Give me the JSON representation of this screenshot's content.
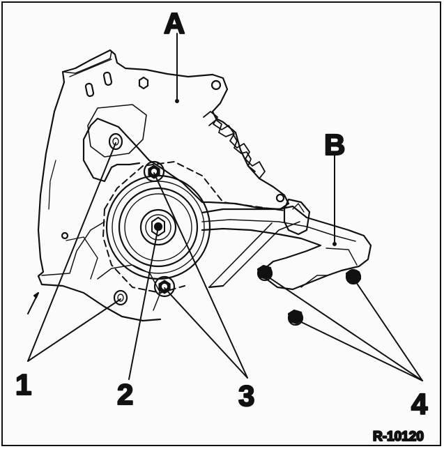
{
  "labels": {
    "A": "A",
    "B": "B",
    "n1": "1",
    "n2": "2",
    "n3": "3",
    "n4": "4",
    "reference": "R-10120"
  },
  "colors": {
    "ink": "#111111",
    "paper": "#ffffff"
  }
}
